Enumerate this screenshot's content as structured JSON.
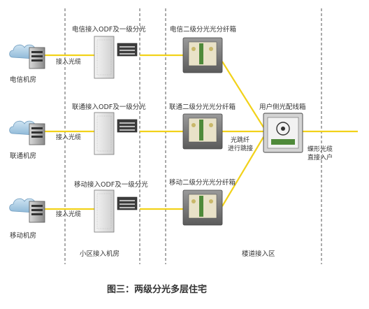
{
  "rooms": [
    {
      "name": "电信机房"
    },
    {
      "name": "联通机房"
    },
    {
      "name": "移动机房"
    }
  ],
  "cables": {
    "access": [
      "接入光缆",
      "接入光缆",
      "接入光缆"
    ],
    "jumper_line1": "光跳纤",
    "jumper_line2": "进行跳接",
    "butterfly_line1": "蝶形光缆",
    "butterfly_line2": "直接入户"
  },
  "odf_labels": [
    "电信接入ODF及一级分光",
    "联通接入ODF及一级分光",
    "移动接入ODF及一级分光"
  ],
  "splitter_box_labels": [
    "电信二级分光光分纤箱",
    "联通二级分光光分纤箱",
    "移动二级分光光分纤箱"
  ],
  "user_box_label": "用户侧光配线箱",
  "zones": {
    "community_room": "小区接入机房",
    "building_access": "楼道接入区"
  },
  "caption": "图三：两级分光多层住宅",
  "colors": {
    "fiber": "#f2d21a",
    "dash": "#555555",
    "box_green": "#4f8a3a"
  }
}
